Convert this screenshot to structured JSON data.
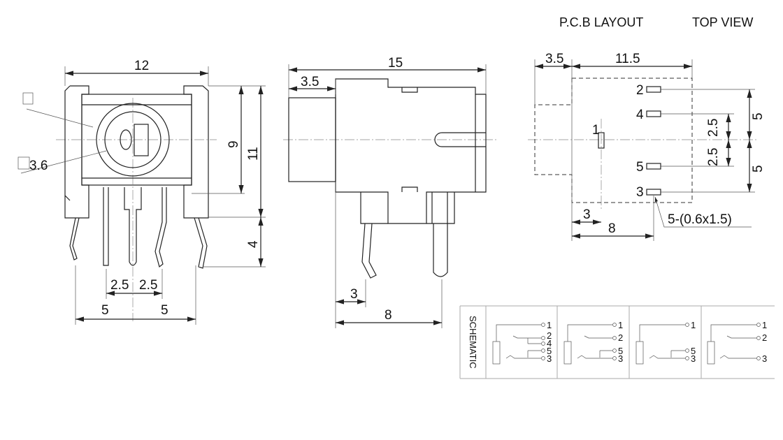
{
  "header": {
    "pcb_layout": "P.C.B LAYOUT",
    "top_view": "TOP VIEW"
  },
  "front_view": {
    "width": "12",
    "inner_height": "9",
    "height": "11",
    "pin_length": "4",
    "pitch_left": "2.5",
    "pitch_right": "2.5",
    "span_left": "5",
    "span_right": "5",
    "diameter": "3.6"
  },
  "side_view": {
    "length": "15",
    "cap_length": "3.5",
    "pin_offset": "3",
    "pin_span": "8"
  },
  "pcb_layout": {
    "left_offset": "3.5",
    "width": "11.5",
    "pins": [
      "2",
      "4",
      "1",
      "5",
      "3"
    ],
    "dim_upper": "5",
    "dim_lower": "5",
    "dim_inner_upper": "2.5",
    "dim_inner_lower": "2.5",
    "dim_pin1": "3",
    "dim_pins": "8",
    "pad_note": "5-(0.6x1.5)"
  },
  "schematic": {
    "title": "SCHEMATIC",
    "variants": [
      [
        "1",
        "2",
        "4",
        "5",
        "3"
      ],
      [
        "1",
        "2",
        "5",
        "3"
      ],
      [
        "1",
        "5",
        "3"
      ],
      [
        "1",
        "2",
        "3"
      ]
    ]
  }
}
